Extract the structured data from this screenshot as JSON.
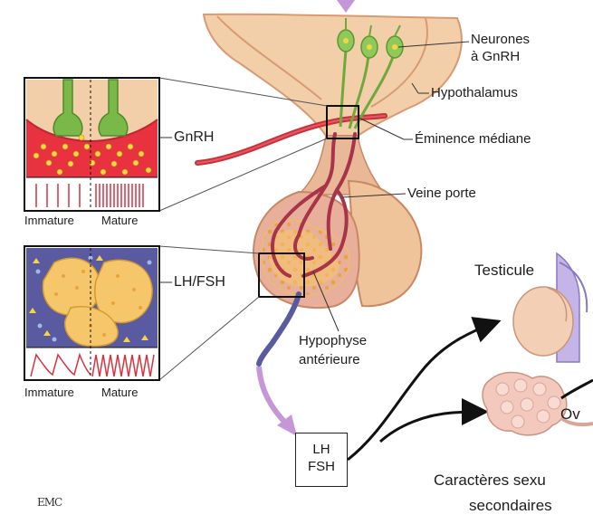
{
  "labels": {
    "neurones_gnrh": [
      "Neurones",
      "à GnRH"
    ],
    "hypothalamus": "Hypothalamus",
    "eminence_mediane": "Éminence médiane",
    "veine_porte": "Veine porte",
    "hypophyse_anterieure": [
      "Hypophyse",
      "antérieure"
    ],
    "testicule": "Testicule",
    "ovaire": "Ov",
    "caracteres_sexuels": [
      "Caractères sexu",
      "secondaires"
    ]
  },
  "inset_gnrh": {
    "hormone_label": "GnRH",
    "immature_label": "Immature",
    "mature_label": "Mature"
  },
  "inset_lhfsh": {
    "hormone_label": "LH/FSH",
    "immature_label": "Immature",
    "mature_label": "Mature"
  },
  "hormone_box": [
    "LH",
    "FSH"
  ],
  "logo": "EMC",
  "colors": {
    "tissue": "#f2cfa8",
    "tissue_dark": "#d89a72",
    "vessel_red": "#d8323f",
    "vessel_dark": "#a8344a",
    "portal_purple": "#5a5aa0",
    "neuron_green": "#7ab84a",
    "granule_yellow": "#f5d642",
    "arrow_purple": "#c597d8"
  }
}
